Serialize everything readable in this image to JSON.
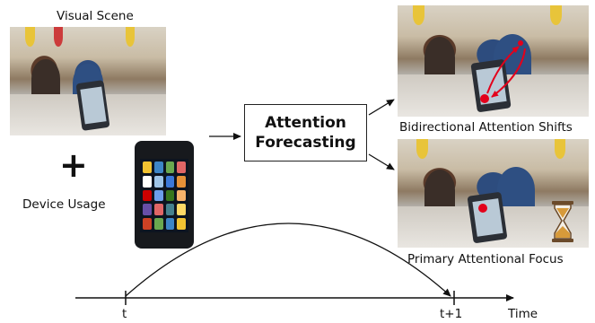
{
  "inputs": {
    "visual_scene_label": "Visual Scene",
    "plus_symbol": "+",
    "device_usage_label": "Device Usage"
  },
  "model": {
    "line1": "Attention",
    "line2": "Forecasting"
  },
  "outputs": {
    "top_label": "Bidirectional Attention Shifts",
    "bottom_label": "Primary Attentional Focus"
  },
  "timeline": {
    "t_label": "t",
    "t_plus_1_label": "t+1",
    "axis_label": "Time"
  },
  "colors": {
    "attention_marker": "#e3001b",
    "hourglass_sand": "#d79a3a",
    "hourglass_frame": "#6b4a2a"
  }
}
